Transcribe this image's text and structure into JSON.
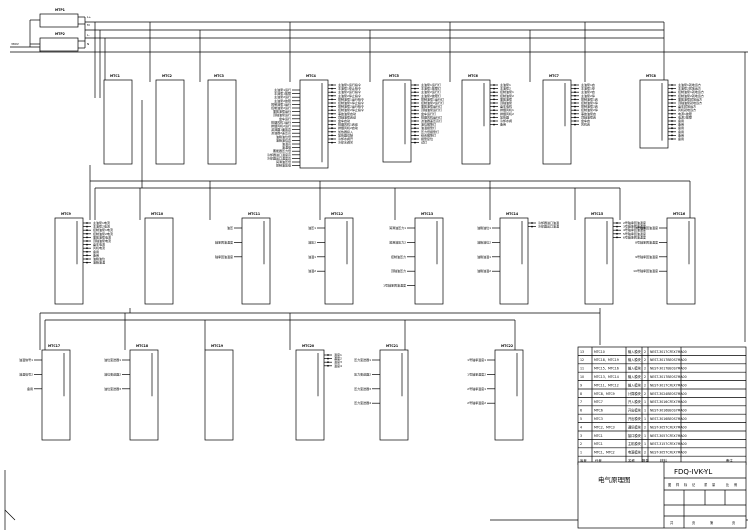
{
  "header": {
    "title": "电气原理图",
    "drawing_no": "FDQ-IVK-YL",
    "stamps": [
      "图",
      "样",
      "标",
      "记",
      "重",
      "量",
      "比",
      "例"
    ],
    "sheet": [
      "共",
      "页",
      "第",
      "页"
    ]
  },
  "bom": {
    "columns": [
      "序号",
      "代号",
      "名称",
      "数量",
      "材料",
      "备注"
    ],
    "rows": [
      {
        "no": "13",
        "code": "MTC10",
        "name": "输入模块",
        "qty": "2",
        "model": "NEST-3017CFEX7MA00"
      },
      {
        "no": "12",
        "code": "MTC18、MTC19",
        "name": "输入模块",
        "qty": "2",
        "model": "NEST-3017BE0S7MA00"
      },
      {
        "no": "11",
        "code": "MTC15、MTC16",
        "name": "输入模块",
        "qty": "2",
        "model": "NEST-3017BE0S7MA00"
      },
      {
        "no": "10",
        "code": "MTC13、MTC14",
        "name": "输入模块",
        "qty": "2",
        "model": "NEST-3017BE0S7MA00"
      },
      {
        "no": "9",
        "code": "MTC11、MTC12",
        "name": "输入模块",
        "qty": "2",
        "model": "NEST-3017CFEX7MA00"
      },
      {
        "no": "8",
        "code": "MTC8、MTC9",
        "name": "计算模块",
        "qty": "2",
        "model": "NEST-3024BE0S7MA00"
      },
      {
        "no": "7",
        "code": "MTC7",
        "name": "开入模块",
        "qty": "1",
        "model": "NEST-3016CFEX7MA00"
      },
      {
        "no": "6",
        "code": "MTC6",
        "name": "开出模块",
        "qty": "1",
        "model": "NEST-3016BE0S7MA00"
      },
      {
        "no": "5",
        "code": "MTC3",
        "name": "开出模块",
        "qty": "1",
        "model": "NEST-3016BE0S7MA00"
      },
      {
        "no": "4",
        "code": "MTC2、MTC3",
        "name": "通讯模块",
        "qty": "2",
        "model": "NEST-3057CFEX7MA00"
      },
      {
        "no": "3",
        "code": "MTC1",
        "name": "接口模块",
        "qty": "1",
        "model": "NEST-3057CFEX7MA00"
      },
      {
        "no": "2",
        "code": "MTC1",
        "name": "主机模块",
        "qty": "1",
        "model": "NEST-3157CFEX7MA00"
      },
      {
        "no": "1",
        "code": "MTC1、MTC2",
        "name": "电源模块",
        "qty": "2",
        "model": "NEST-3057CFEX7MA00"
      }
    ]
  },
  "power": {
    "psu_labels": [
      "MTP1",
      "MTP2"
    ],
    "bus_labels": [
      "L+",
      "M",
      "L-",
      "N"
    ],
    "feed_label": "380V"
  },
  "rows": {
    "row1": [
      {
        "name": "MTC1",
        "left": [],
        "right": []
      },
      {
        "name": "MTC2",
        "left": [],
        "right": []
      },
      {
        "name": "MTC3",
        "left": [],
        "right": []
      },
      {
        "name": "MTC4",
        "left": [
          "主油泵1运行",
          "主油泵1故障",
          "主油泵2运行",
          "主油泵2故障",
          "控制油泵1运行",
          "控制油泵2运行",
          "事故油泵运行",
          "顶轴油泵运行",
          "盘车运行",
          "排烟风机1运行",
          "排烟风机2运行",
          "滤油器1差压高",
          "滤油器2差压高",
          "油箱油位低",
          "油箱油位高",
          "油温高",
          "油温低",
          "蓄能器压力低",
          "冷却器进口温度高",
          "冷却器出口温度高",
          "润滑油压低",
          "控制油压低"
        ],
        "right": [
          "主油泵1运行指令",
          "主油泵1停止指令",
          "主油泵2运行指令",
          "主油泵2停止指令",
          "控制油泵1运行指令",
          "控制油泵1停止指令",
          "控制油泵2运行指令",
          "控制油泵2停止指令",
          "事故油泵启动",
          "顶轴油泵启动",
          "盘车启动",
          "排烟风机1启动",
          "排烟风机2启动",
          "加热器投入",
          "加热器切除",
          "冷却水阀开",
          "冷却水阀关"
        ]
      },
      {
        "name": "MTC5",
        "left": [],
        "right": [
          "主油泵1运行灯",
          "主油泵1故障灯",
          "主油泵2运行灯",
          "主油泵2故障灯",
          "控制油泵1运行灯",
          "控制油泵2运行灯",
          "事故油泵运行灯",
          "顶轴油泵运行灯",
          "盘车运行灯",
          "排烟风机运行灯",
          "滤油器差压高灯",
          "油位报警灯",
          "油温报警灯",
          "压力低报警灯",
          "综合报警灯",
          "报警复位",
          "试灯"
        ]
      },
      {
        "name": "MTC6",
        "left": [],
        "right": [
          "主油泵1",
          "主油泵2",
          "控制油泵1",
          "控制油泵2",
          "事故油泵",
          "顶轴油泵",
          "盘车电机",
          "排烟风机1",
          "排烟风机2",
          "加热器",
          "冷却水阀",
          "备用"
        ]
      },
      {
        "name": "MTC7",
        "left": [],
        "right": [
          "主油泵1启",
          "主油泵1停",
          "主油泵2启",
          "主油泵2停",
          "控制油泵1启",
          "控制油泵1停",
          "控制油泵2启",
          "控制油泵2停",
          "事故油泵启",
          "顶轴油泵启",
          "盘车启",
          "风机启"
        ]
      },
      {
        "name": "MTC8",
        "left": [],
        "right": [
          "主油泵1就地远方",
          "主油泵2就地远方",
          "控制油泵1就地远方",
          "控制油泵2就地远方",
          "事故油泵就地远方",
          "顶轴油泵就地远方",
          "盘车就地远方",
          "风机就地远方",
          "电源1故障",
          "电源2故障",
          "备用",
          "备用",
          "备用",
          "备用",
          "备用",
          "备用"
        ]
      }
    ],
    "row2": [
      {
        "name": "MTC9",
        "left": [],
        "right": [
          "主油泵1电流",
          "主油泵2电流",
          "控制油泵1电流",
          "控制油泵2电流",
          "事故油泵电流",
          "顶轴油泵电流",
          "盘车电流",
          "风机电流",
          "备用",
          "备用",
          "油箱油位",
          "油箱油温"
        ]
      },
      {
        "name": "MTC10",
        "left": [],
        "right": []
      },
      {
        "name": "MTC11",
        "left": [
          "油压",
          "轴承回油温度",
          "轴承回油温度"
        ],
        "right": []
      },
      {
        "name": "MTC12",
        "left": [
          "油压1",
          "油压2",
          "油温1",
          "油温2"
        ],
        "right": []
      },
      {
        "name": "MTC13",
        "left": [
          "润滑油压力1",
          "润滑油压力2",
          "控制油压力",
          "顶轴油压力",
          "1号轴承回油温度"
        ],
        "right": []
      },
      {
        "name": "MTC14",
        "left": [
          "油箱油位1",
          "油箱油位2",
          "油箱油温1",
          "油箱油温2"
        ],
        "right": [
          "冷却器进口油温",
          "冷却器出口油温"
        ]
      },
      {
        "name": "MTC15",
        "left": [],
        "right": [
          "2号轴承回油温度",
          "3号轴承回油温度",
          "4号轴承回油温度",
          "5号轴承回油温度",
          "6号轴承回油温度"
        ]
      },
      {
        "name": "MTC16",
        "left": [
          "7号轴承回油温度",
          "8号轴承回油温度",
          "9号轴承回油温度",
          "10号轴承回油温度"
        ],
        "right": []
      }
    ],
    "row3": [
      {
        "name": "MTC17",
        "left": [
          "油温信号1",
          "油温信号2",
          "备用"
        ],
        "right": []
      },
      {
        "name": "MTC18",
        "left": [
          "油位变送器1",
          "油位变送器2",
          "油位变送器3"
        ],
        "right": []
      },
      {
        "name": "MTC19",
        "left": [],
        "right": []
      },
      {
        "name": "MTC20",
        "left": [],
        "right": [
          "温度1",
          "温度2",
          "温度3",
          "温度4"
        ]
      },
      {
        "name": "MTC21",
        "left": [
          "压力变送器1",
          "压力变送器2",
          "压力变送器3",
          "压力变送器4"
        ],
        "right": []
      },
      {
        "name": "MTC22",
        "left": [
          "1号轴承温度1",
          "1号轴承温度2",
          "2号轴承温度1",
          "2号轴承温度2"
        ],
        "right": []
      }
    ]
  }
}
